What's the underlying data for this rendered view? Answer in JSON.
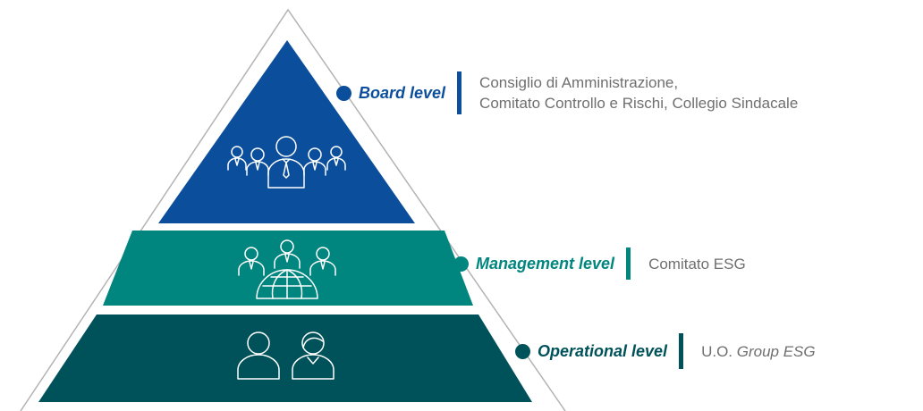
{
  "colors": {
    "outline": "#b3b3b3",
    "board": "#0b4f9c",
    "management": "#00857f",
    "operational": "#00525a",
    "icon_stroke": "#ffffff",
    "description_text": "#6f6f6f"
  },
  "levels": [
    {
      "id": "board",
      "name": "Board level",
      "description_lines": [
        "Consiglio di Amministrazione,",
        "Comitato Controllo e Rischi, Collegio Sindacale"
      ],
      "icon": "board-group-icon"
    },
    {
      "id": "management",
      "name": "Management level",
      "description_lines": [
        "Comitato ESG"
      ],
      "icon": "management-globe-group-icon"
    },
    {
      "id": "operational",
      "name": "Operational level",
      "description_prefix": "U.O. ",
      "description_italic": "Group ESG",
      "icon": "operational-pair-icon"
    }
  ]
}
